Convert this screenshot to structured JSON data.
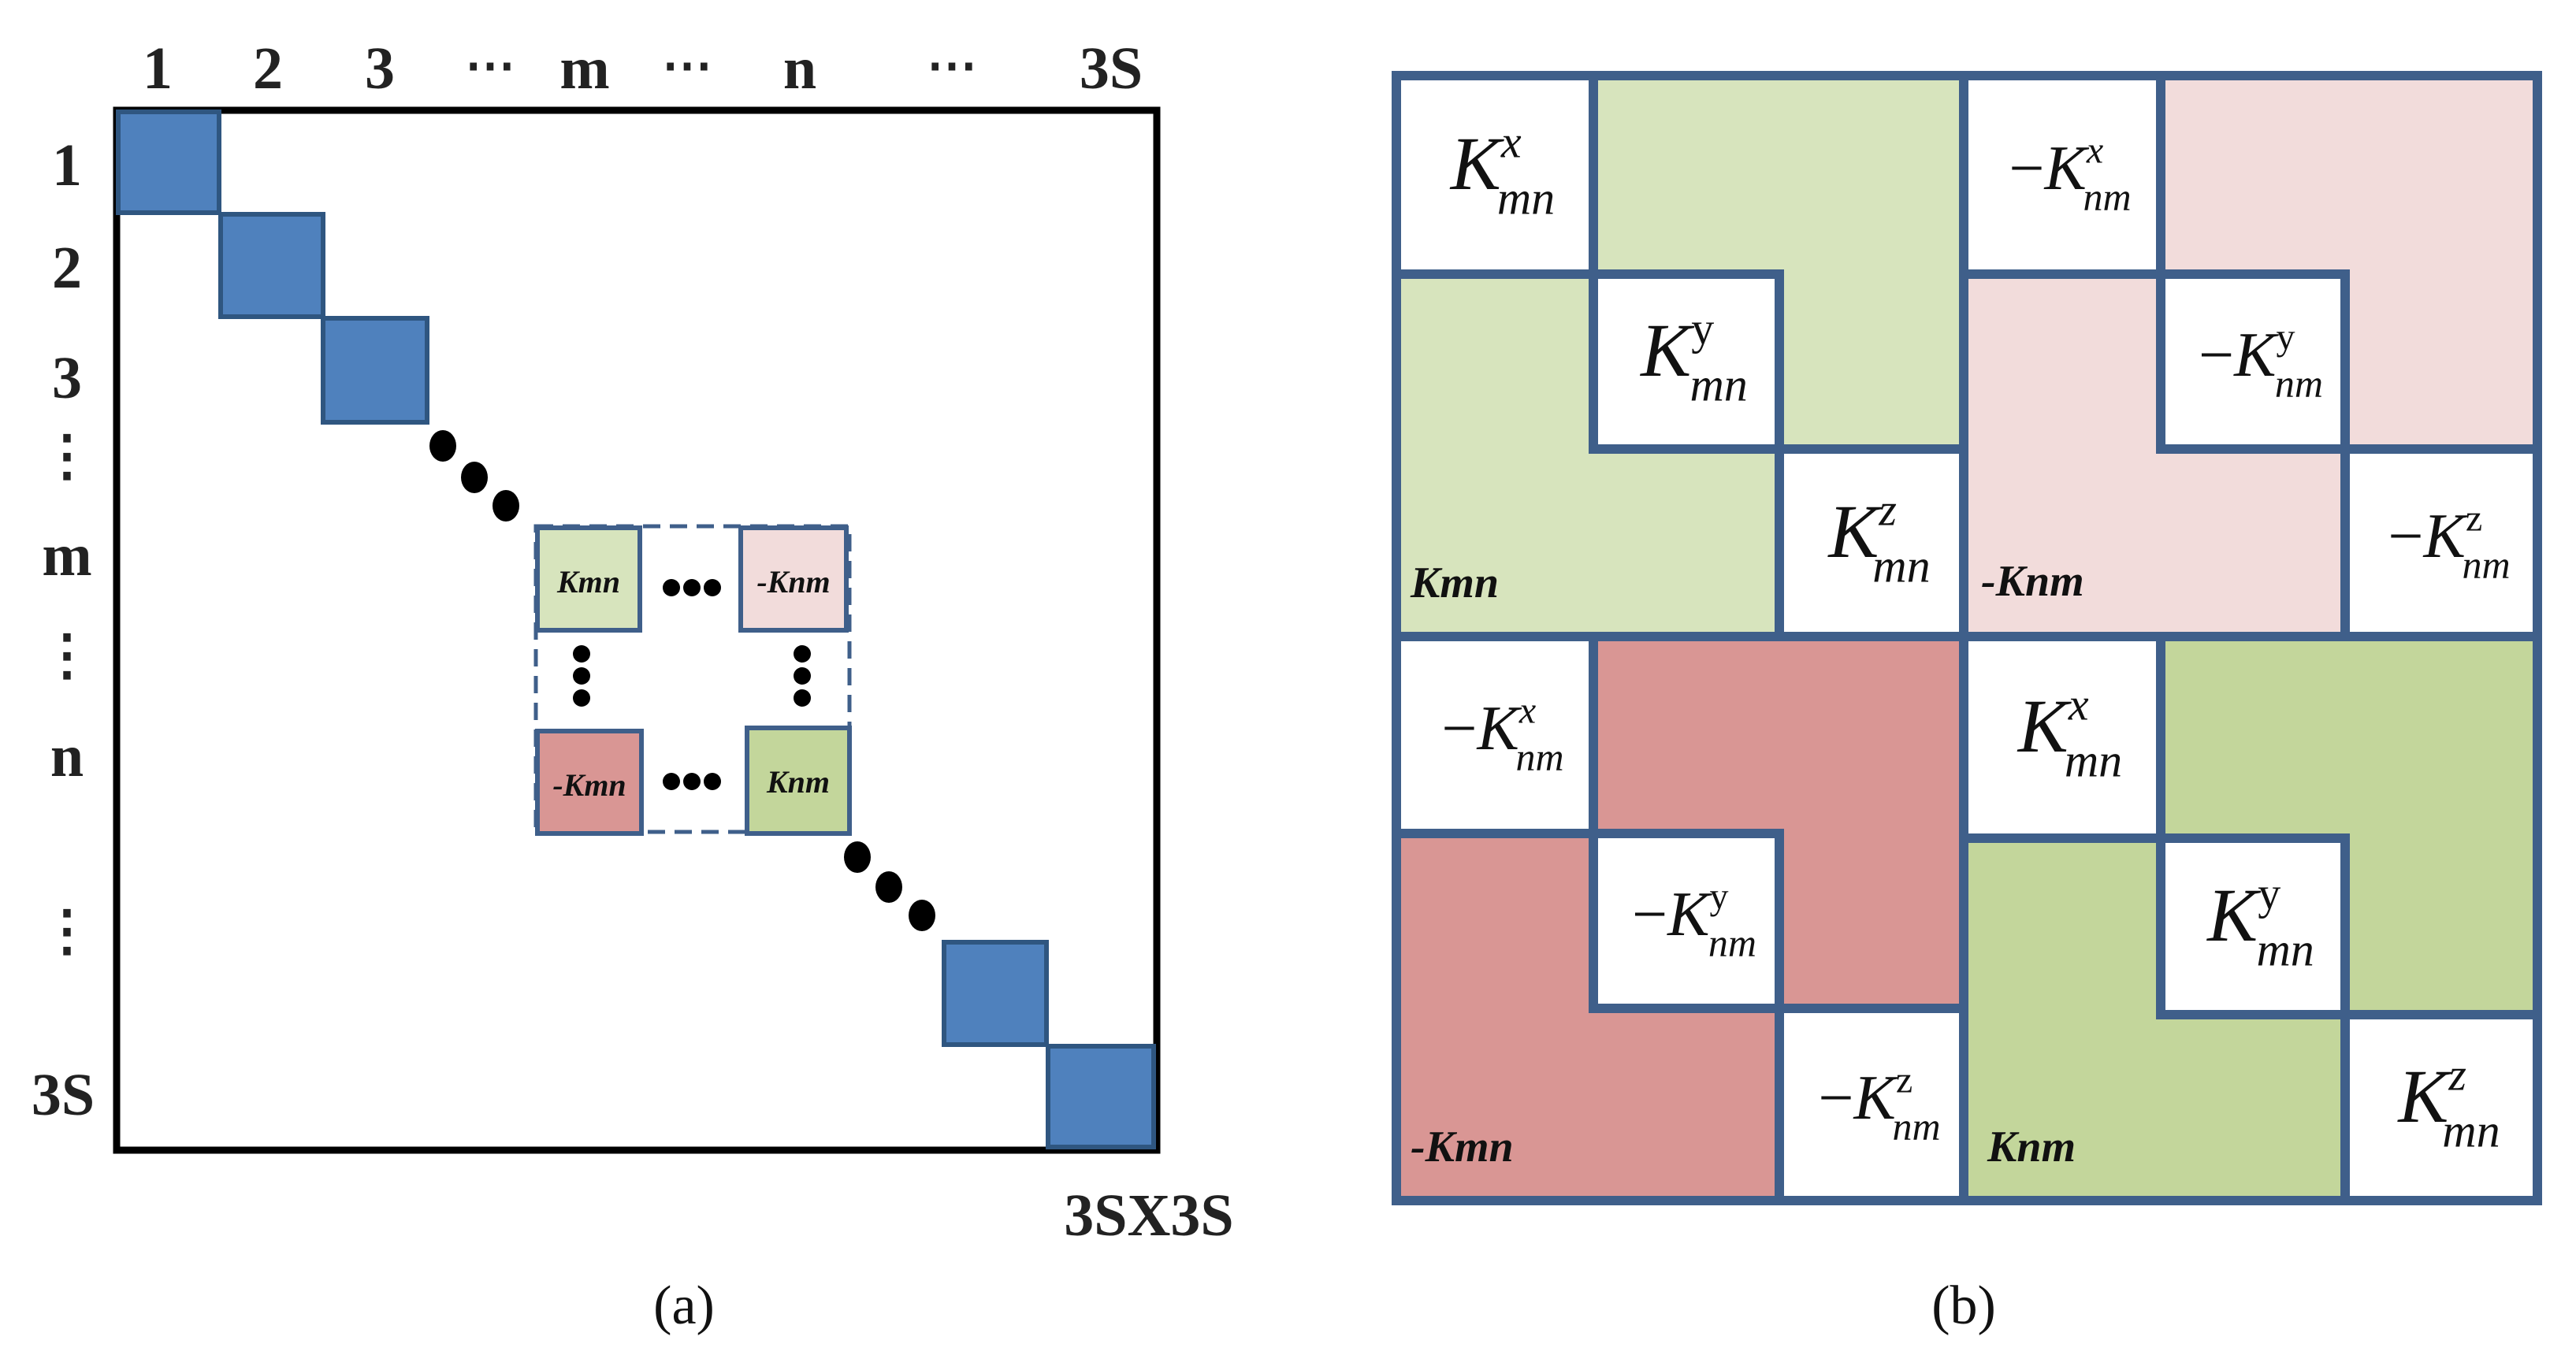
{
  "panel_a": {
    "col_labels": [
      "1",
      "2",
      "3",
      "⋯",
      "m",
      "⋯",
      "n",
      "⋯",
      "3S"
    ],
    "row_labels": [
      "1",
      "2",
      "3",
      "⋮",
      "m",
      "⋮",
      "n",
      "⋮",
      "3S"
    ],
    "size_label": "3SX3S",
    "block_labels": {
      "top_left": "Kmn",
      "top_right": "-Knm",
      "bottom_left": "-Kmn",
      "bottom_right": "Knm"
    },
    "caption": "(a)"
  },
  "panel_b": {
    "caption": "(b)",
    "quadrants": {
      "top_left": {
        "label": "Kmn",
        "sub": "mn",
        "sign": "",
        "sups": [
          "x",
          "y",
          "z"
        ]
      },
      "top_right": {
        "label": "-Knm",
        "sub": "nm",
        "sign": "−",
        "sups": [
          "x",
          "y",
          "z"
        ]
      },
      "bottom_left": {
        "label": "-Kmn",
        "sub": "nm",
        "sign": "−",
        "sups": [
          "x",
          "y",
          "z"
        ]
      },
      "bottom_right": {
        "label": "Knm",
        "sub": "mn",
        "sign": "",
        "sups": [
          "x",
          "y",
          "z"
        ]
      }
    },
    "symbol": "K"
  },
  "colors": {
    "frame": "#3f5f8a",
    "diag_block": "#4f81bd",
    "light_green": "#d7e4bd",
    "green": "#c3d69b",
    "light_pink": "#f2dcdb",
    "pink": "#d99694"
  }
}
